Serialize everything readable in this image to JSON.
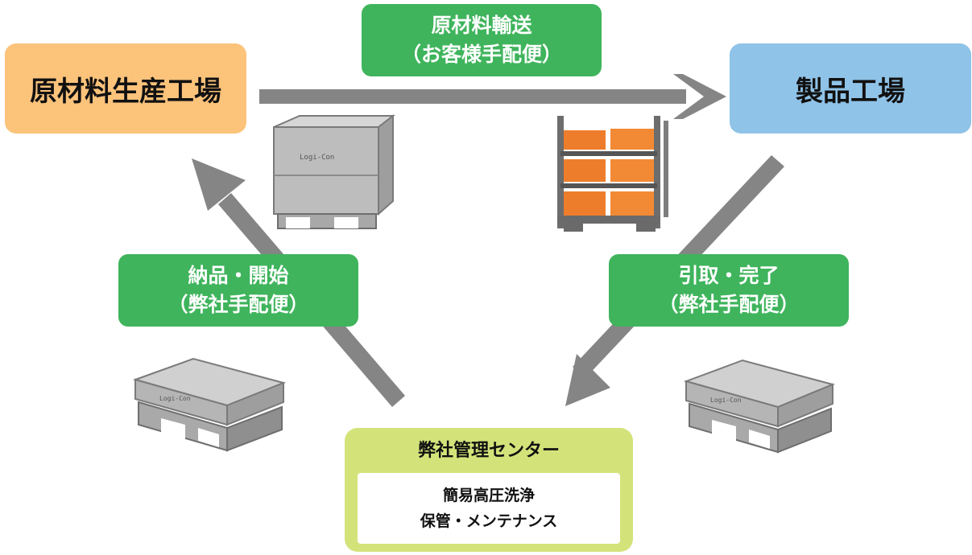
{
  "nodes": {
    "raw_factory": "原材料生産工場",
    "product_factory": "製品工場",
    "management_center": {
      "title": "弊社管理センター",
      "line1": "簡易高圧洗浄",
      "line2": "保管・メンテナンス"
    }
  },
  "edges": {
    "top": {
      "line1": "原材料輸送",
      "line2": "（お客様手配便）"
    },
    "right": {
      "line1": "引取・完了",
      "line2": "（弊社手配便）"
    },
    "left": {
      "line1": "納品・開始",
      "line2": "（弊社手配便）"
    }
  },
  "colors": {
    "orange": "#fcc37b",
    "blue": "#8fc3e8",
    "green": "#3fb45c",
    "lime": "#d3e37a",
    "arrow": "#858585"
  },
  "crate_labels": [
    "Logi-Con",
    "Logi-Con",
    "Logi-Con"
  ]
}
